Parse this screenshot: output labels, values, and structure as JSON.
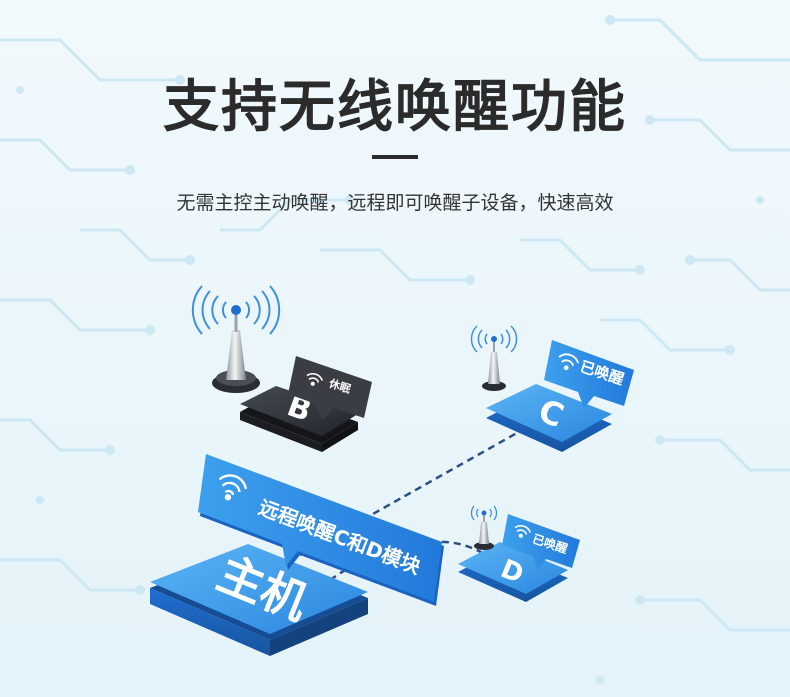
{
  "header": {
    "title": "支持无线唤醒功能",
    "subtitle": "无需主控主动唤醒，远程即可唤醒子设备，快速高效"
  },
  "nodes": {
    "host": {
      "label": "主机"
    },
    "b": {
      "label": "B",
      "status": "休眠"
    },
    "c": {
      "label": "C",
      "status": "已唤醒"
    },
    "d": {
      "label": "D",
      "status": "已唤醒"
    }
  },
  "callout": {
    "label": "远程唤醒C和D模块"
  },
  "colors": {
    "blue_light": "#49a8f0",
    "blue_dark": "#1f6fd0",
    "dark_tile": "#2b2f37",
    "dark_bubble": "#3a3d44",
    "link_line": "#2d4f86"
  },
  "icons": [
    "wifi-icon",
    "antenna-icon",
    "radio-wave-icon"
  ]
}
